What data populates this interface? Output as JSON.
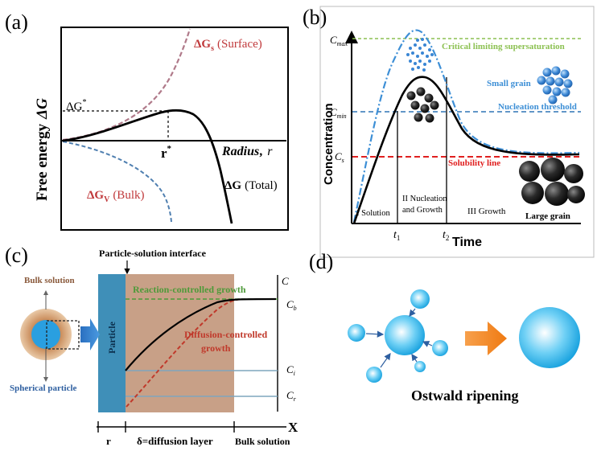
{
  "panel_a": {
    "letter": "(a)",
    "ylabel_prefix": "Free energy",
    "ylabel_symbol": "ΔG",
    "dgs_label": "ΔG",
    "dgs_sub": "s",
    "dgs_note": "(Surface)",
    "dgv_label": "ΔG",
    "dgv_sub": "V",
    "dgv_note": "(Bulk)",
    "dgstar_label": "ΔG",
    "dgstar_sup": "*",
    "rstar_label": "r",
    "rstar_sup": "*",
    "radius_label": "Radius",
    "radius_sep": ",",
    "radius_symbol": "r",
    "total_label": "ΔG",
    "total_note": "(Total)",
    "colors": {
      "surface": "#b07a8a",
      "bulk": "#4f7fb0",
      "label_red": "#c0393b"
    }
  },
  "panel_b": {
    "letter": "(b)",
    "ylabel": "Concentration",
    "xlabel": "Time",
    "cmax": "C",
    "cmax_sub": "max",
    "cmin": "C",
    "cmin_sub": "min",
    "cs": "C",
    "cs_sub": "s",
    "critical": "Critical limiting supersaturation",
    "small_grain": "Small grain",
    "nucleation": "Nucleation threshold",
    "solubility": "Solubility line",
    "stage1": "I Solution",
    "stage2a": "II Nucleation",
    "stage2b": "and Growth",
    "stage3": "III Growth",
    "large_grain": "Large grain",
    "t1": "t",
    "t1_sub": "1",
    "t2": "t",
    "t2_sub": "2",
    "colors": {
      "critical": "#8cc152",
      "nucleation": "#2e75b6",
      "solubility": "#e02020",
      "blue": "#3d8fd6"
    }
  },
  "panel_c": {
    "letter": "(c)",
    "interface": "Particle-solution interface",
    "bulk_solution": "Bulk solution",
    "spherical": "Spherical particle",
    "particle": "Particle",
    "reaction": "Reaction-controlled growth",
    "diffusion_a": "Diffusion-controlled",
    "diffusion_b": "growth",
    "c_axis": "C",
    "cb": "C",
    "cb_sub": "b",
    "ci": "C",
    "ci_sub": "i",
    "cr": "C",
    "cr_sub": "r",
    "x_axis": "X",
    "r_label": "r",
    "delta_label": "δ=diffusion layer",
    "bulk_label": "Bulk solution",
    "colors": {
      "band": "#c8a087",
      "particle": "#3f8fb8",
      "reaction": "#4e9a3a",
      "diffusion": "#c0392b"
    }
  },
  "panel_d": {
    "letter": "(d)",
    "caption": "Ostwald ripening",
    "colors": {
      "arrow": "#f07f1e",
      "sphere": "#26b0e8"
    }
  }
}
